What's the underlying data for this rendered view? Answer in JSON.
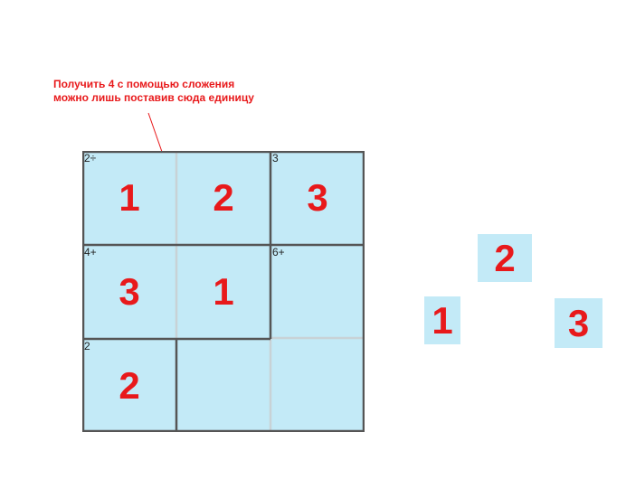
{
  "annotation": {
    "line1": "Получить 4 с помощью сложения",
    "line2": "можно лишь поставив сюда единицу"
  },
  "grid": {
    "size": 3,
    "cells": [
      {
        "row": 0,
        "col": 0,
        "cage_label": "2÷",
        "value": "1"
      },
      {
        "row": 0,
        "col": 1,
        "cage_label": "",
        "value": "2"
      },
      {
        "row": 0,
        "col": 2,
        "cage_label": "3",
        "value": "3"
      },
      {
        "row": 1,
        "col": 0,
        "cage_label": "4+",
        "value": "3"
      },
      {
        "row": 1,
        "col": 1,
        "cage_label": "",
        "value": "1"
      },
      {
        "row": 1,
        "col": 2,
        "cage_label": "6+",
        "value": ""
      },
      {
        "row": 2,
        "col": 0,
        "cage_label": "2",
        "value": "2"
      },
      {
        "row": 2,
        "col": 1,
        "cage_label": "",
        "value": ""
      },
      {
        "row": 2,
        "col": 2,
        "cage_label": "",
        "value": ""
      }
    ]
  },
  "number_tiles": [
    "2",
    "1",
    "3"
  ],
  "colors": {
    "cell_fill": "#c3eaf7",
    "digit": "#e8191b",
    "cage_border": "#555555",
    "inner_line": "#c8d2d6"
  }
}
